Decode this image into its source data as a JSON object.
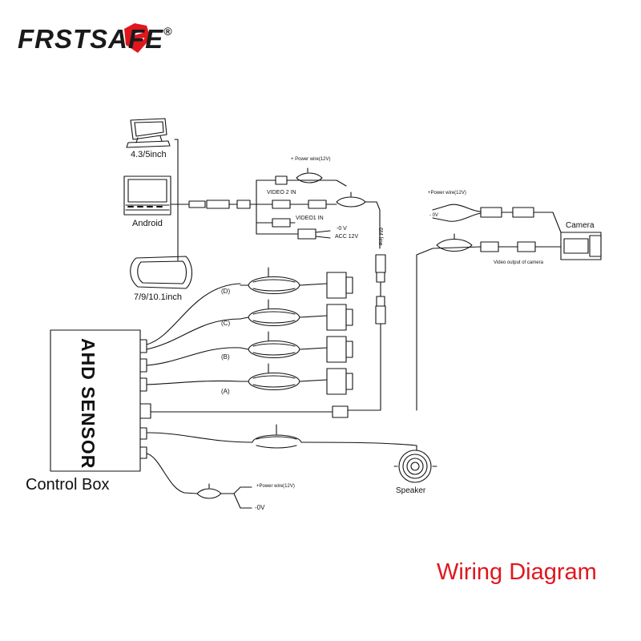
{
  "brand": {
    "logo_text": "FRSTSAFE",
    "registered_mark": "®"
  },
  "title": "Wiring Diagram",
  "control_box": {
    "name": "AHD SENSOR",
    "subtitle": "Control Box"
  },
  "monitors": {
    "small": "4.3/5inch",
    "android": "Android",
    "mirror": "7/9/10.1inch"
  },
  "wiring": {
    "power_wire_top": "+ Power wire(12V)",
    "video2_in": "VIDEO 2 IN",
    "video1_in": "VIDEO1 IN",
    "zero_v": "-0 V",
    "acc_12v": "ACC 12V",
    "line_6m": "6M line",
    "camera_power": "+Power wire(12V)",
    "camera_ground": "- 0V",
    "camera": "Camera",
    "video_output": "Video output of camera",
    "speaker": "Speaker",
    "box_power": "+Power wire(12V)",
    "box_ground": "-0V"
  },
  "sensors": [
    {
      "label": "(D)"
    },
    {
      "label": "(C)"
    },
    {
      "label": "(B)"
    },
    {
      "label": "(A)"
    }
  ],
  "colors": {
    "accent": "#e0171e",
    "line": "#111111",
    "logo": "#1a1a1a"
  }
}
